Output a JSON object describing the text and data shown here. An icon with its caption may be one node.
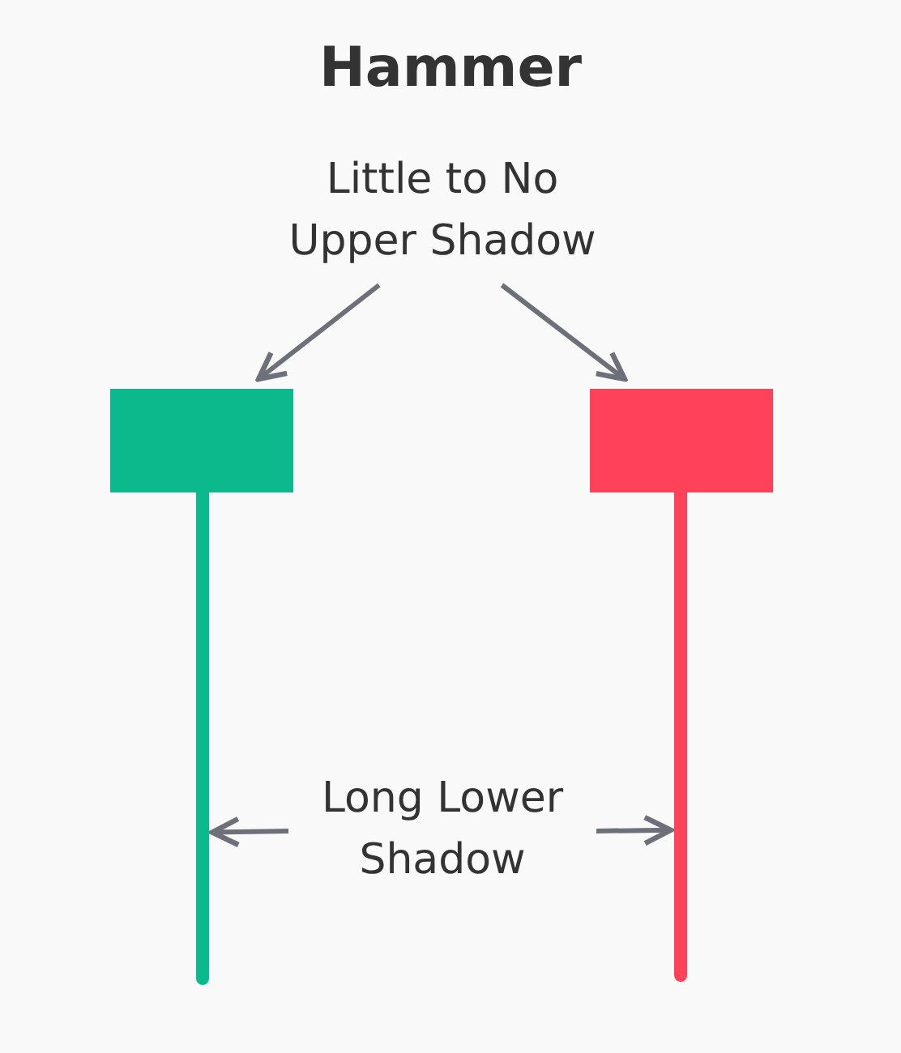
{
  "diagram": {
    "title": "Hammer",
    "nodes": [
      {
        "text": [
          "Little to No Upper Shadow"
        ]
      },
      {
        "text": [],
        "shape": "box"
      },
      {
        "text": [],
        "shape": "box"
      },
      {
        "text": [
          "Long Lower Shadow"
        ]
      },
      {
        "text": [],
        "shape": "bar"
      },
      {
        "text": [],
        "shape": "bar"
      }
    ],
    "edges": [
      {
        "from": 0,
        "to": 1,
        "arrow": "to"
      },
      {
        "from": 0,
        "to": 2,
        "arrow": "to"
      },
      {
        "from": 3,
        "to": 4,
        "arrow": "to"
      },
      {
        "from": 3,
        "to": 5,
        "arrow": "to"
      }
    ]
  }
}
